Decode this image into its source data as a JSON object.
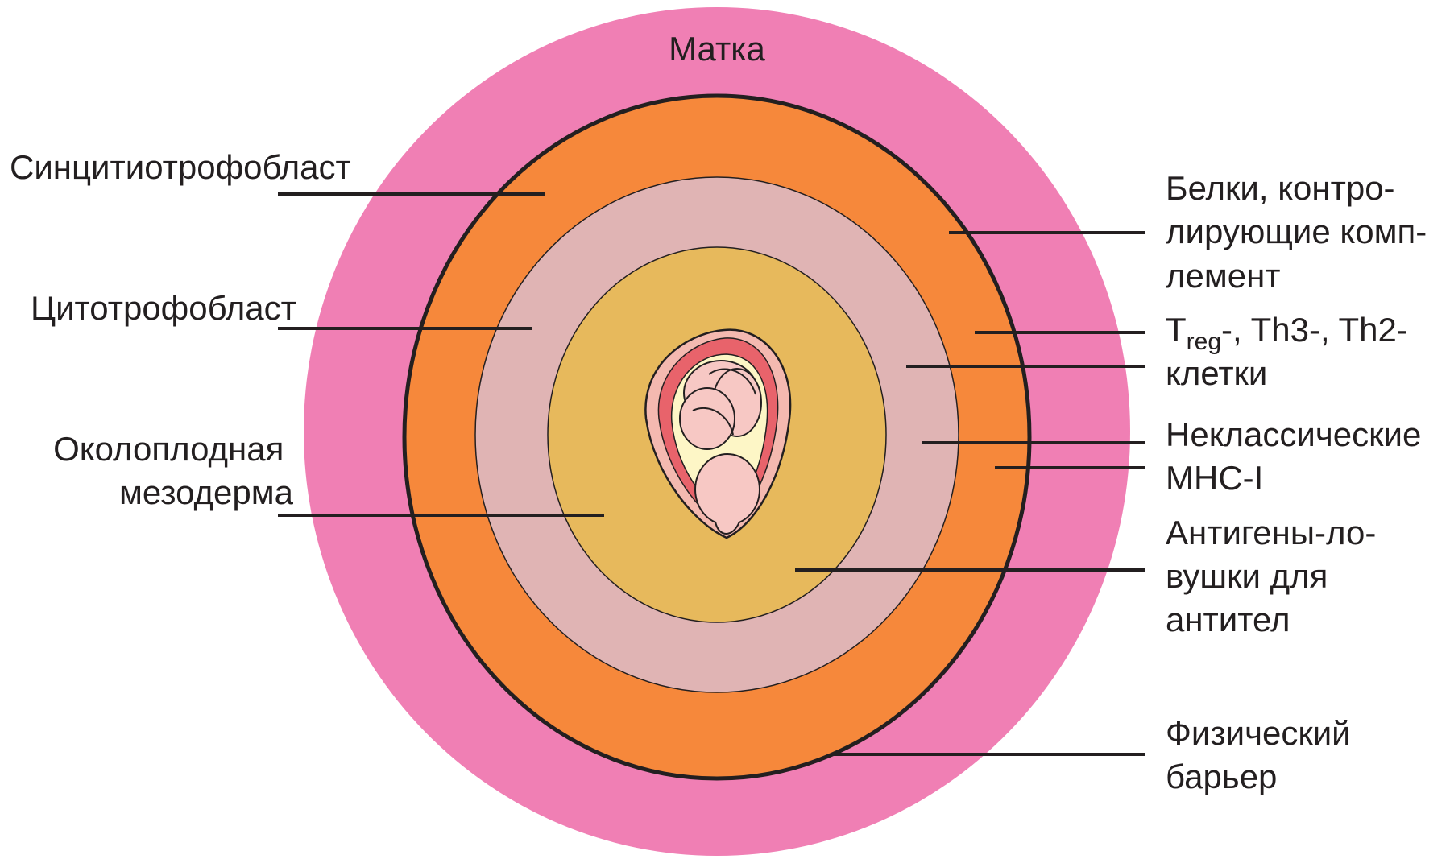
{
  "colors": {
    "uterus": "#f07fb4",
    "syncytiotrophoblast": "#f6883b",
    "cytotrophoblast": "#e0b4b4",
    "mesoderm": "#e7b95c",
    "outline": "#231f20"
  },
  "labels": {
    "uterus": "Матка",
    "syncytiotrophoblast": "Синцитиотрофобласт",
    "cytotrophoblast": "Цитотрофобласт",
    "mesoderm": [
      "Околоплодная",
      "мезодерма"
    ],
    "complement_proteins": [
      "Белки, контро-",
      "лирующие комп-",
      "лемент"
    ],
    "treg": {
      "t": "T",
      "sub": "reg",
      "rest": "-, Th3-, Th2-",
      "line2": "клетки"
    },
    "mhc": [
      "Неклассические",
      "MHC-I"
    ],
    "antigen_traps": [
      "Антигены-ло-",
      "вушки для",
      "антител"
    ],
    "physical_barrier": [
      "Физический",
      "барьер"
    ]
  },
  "icons": {
    "fetus": "fetus-in-amniotic-sac-icon"
  }
}
